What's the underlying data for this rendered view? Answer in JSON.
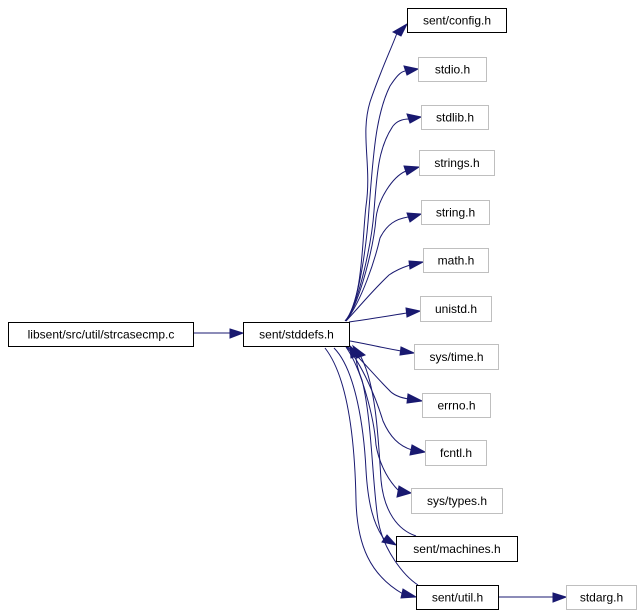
{
  "graph": {
    "root": "libsent/src/util/strcasecmp.c",
    "nodes": [
      {
        "id": "root",
        "label": "libsent/src/util/strcasecmp.c",
        "style": "filled-black"
      },
      {
        "id": "stddefs",
        "label": "sent/stddefs.h",
        "style": "documented"
      },
      {
        "id": "config",
        "label": "sent/config.h",
        "style": "documented"
      },
      {
        "id": "stdio",
        "label": "stdio.h",
        "style": "external"
      },
      {
        "id": "stdlib",
        "label": "stdlib.h",
        "style": "external"
      },
      {
        "id": "strings",
        "label": "strings.h",
        "style": "external"
      },
      {
        "id": "string",
        "label": "string.h",
        "style": "external"
      },
      {
        "id": "math",
        "label": "math.h",
        "style": "external"
      },
      {
        "id": "unistd",
        "label": "unistd.h",
        "style": "external"
      },
      {
        "id": "systime",
        "label": "sys/time.h",
        "style": "external"
      },
      {
        "id": "errno",
        "label": "errno.h",
        "style": "external"
      },
      {
        "id": "fcntl",
        "label": "fcntl.h",
        "style": "external"
      },
      {
        "id": "systypes",
        "label": "sys/types.h",
        "style": "external"
      },
      {
        "id": "machines",
        "label": "sent/machines.h",
        "style": "documented"
      },
      {
        "id": "util",
        "label": "sent/util.h",
        "style": "documented"
      },
      {
        "id": "stdarg",
        "label": "stdarg.h",
        "style": "external"
      }
    ],
    "edges": [
      {
        "from": "root",
        "to": "stddefs"
      },
      {
        "from": "stddefs",
        "to": "config"
      },
      {
        "from": "stddefs",
        "to": "stdio"
      },
      {
        "from": "stddefs",
        "to": "stdlib"
      },
      {
        "from": "stddefs",
        "to": "strings"
      },
      {
        "from": "stddefs",
        "to": "string"
      },
      {
        "from": "stddefs",
        "to": "math"
      },
      {
        "from": "stddefs",
        "to": "unistd"
      },
      {
        "from": "stddefs",
        "to": "systime"
      },
      {
        "from": "stddefs",
        "to": "errno"
      },
      {
        "from": "stddefs",
        "to": "fcntl"
      },
      {
        "from": "stddefs",
        "to": "systypes"
      },
      {
        "from": "stddefs",
        "to": "machines"
      },
      {
        "from": "stddefs",
        "to": "util"
      },
      {
        "from": "machines",
        "to": "stddefs"
      },
      {
        "from": "util",
        "to": "stddefs"
      },
      {
        "from": "util",
        "to": "stdarg"
      }
    ],
    "colors": {
      "edge": "#191970",
      "documented_border": "#000000",
      "external_border": "#bfbfbf",
      "root_fill": "#000000",
      "root_text": "#ffffff"
    }
  }
}
